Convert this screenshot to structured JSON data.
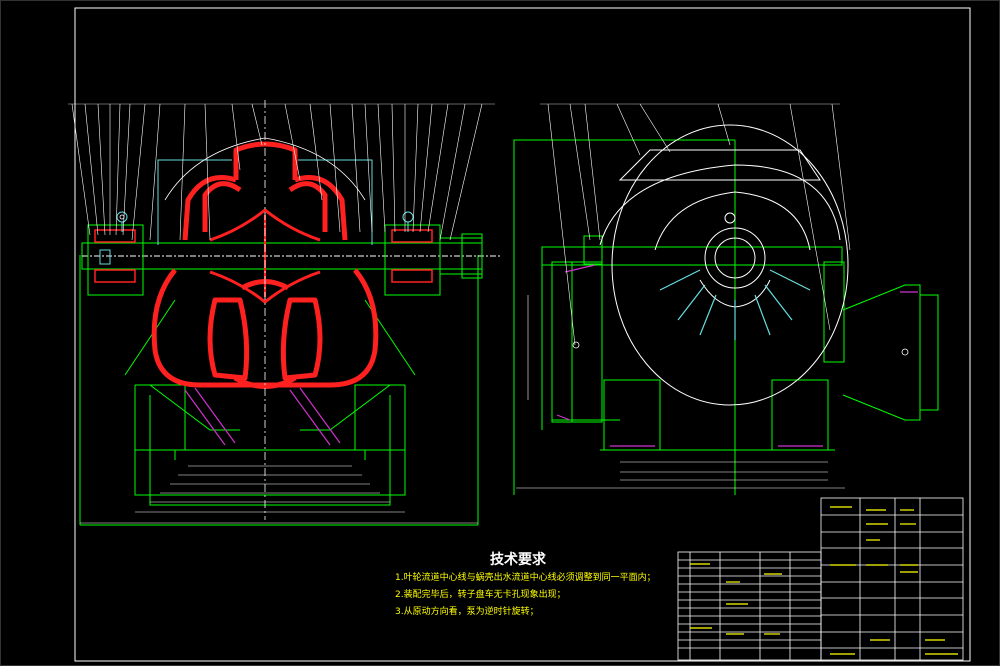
{
  "technical_requirements": {
    "title": "技术要求",
    "items": [
      "1.叶轮流道中心线与蜗壳出水流道中心线必须调整到同一平面内；",
      "2.装配完毕后，转子盘车无卡孔现象出现；",
      "3.从原动方向看，泵为逆时针旋转；"
    ]
  },
  "colors": {
    "background": "#000000",
    "outline": "#00ff00",
    "section": "#ff2020",
    "dimension": "#ffffff",
    "leader": "#ffffff",
    "hatch": "#cc33cc",
    "text": "#ffff00",
    "cyan": "#66dddd"
  }
}
